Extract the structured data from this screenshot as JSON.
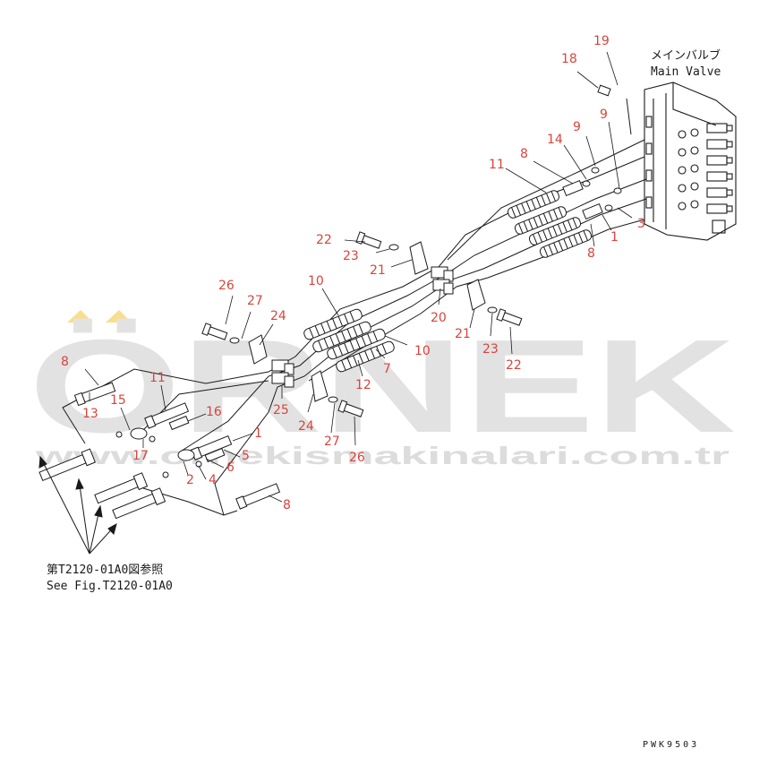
{
  "main_valve_label": {
    "jp": "メインバルブ",
    "en": "Main Valve"
  },
  "reference_note": {
    "jp": "第T2120-01A0図参照",
    "en": "See Fig.T2120-01A0"
  },
  "drawing_code": "PWK9503",
  "watermark": {
    "brand": "ÖRNEK",
    "url": "www.ornekismakinalari.com.tr"
  },
  "callouts": {
    "c19": "19",
    "c18": "18",
    "c9a": "9",
    "c9b": "9",
    "c14": "14",
    "c8a": "8",
    "c11a": "11",
    "c3": "3",
    "c1a": "1",
    "c8b": "8",
    "c22a": "22",
    "c23a": "23",
    "c21a": "21",
    "c20": "20",
    "c21b": "21",
    "c23b": "23",
    "c22b": "22",
    "c10a": "10",
    "c10b": "10",
    "c7": "7",
    "c12": "12",
    "c26a": "26",
    "c27a": "27",
    "c24a": "24",
    "c25": "25",
    "c24b": "24",
    "c27b": "27",
    "c26b": "26",
    "c8c": "8",
    "c13": "13",
    "c11b": "11",
    "c15": "15",
    "c16": "16",
    "c17": "17",
    "c1b": "1",
    "c5": "5",
    "c6": "6",
    "c2": "2",
    "c4": "4",
    "c8d": "8"
  },
  "colors": {
    "callout": "#d9443c",
    "line": "#1a1a1a",
    "watermark": "#e2e2e2",
    "accent": "#f2c230"
  }
}
